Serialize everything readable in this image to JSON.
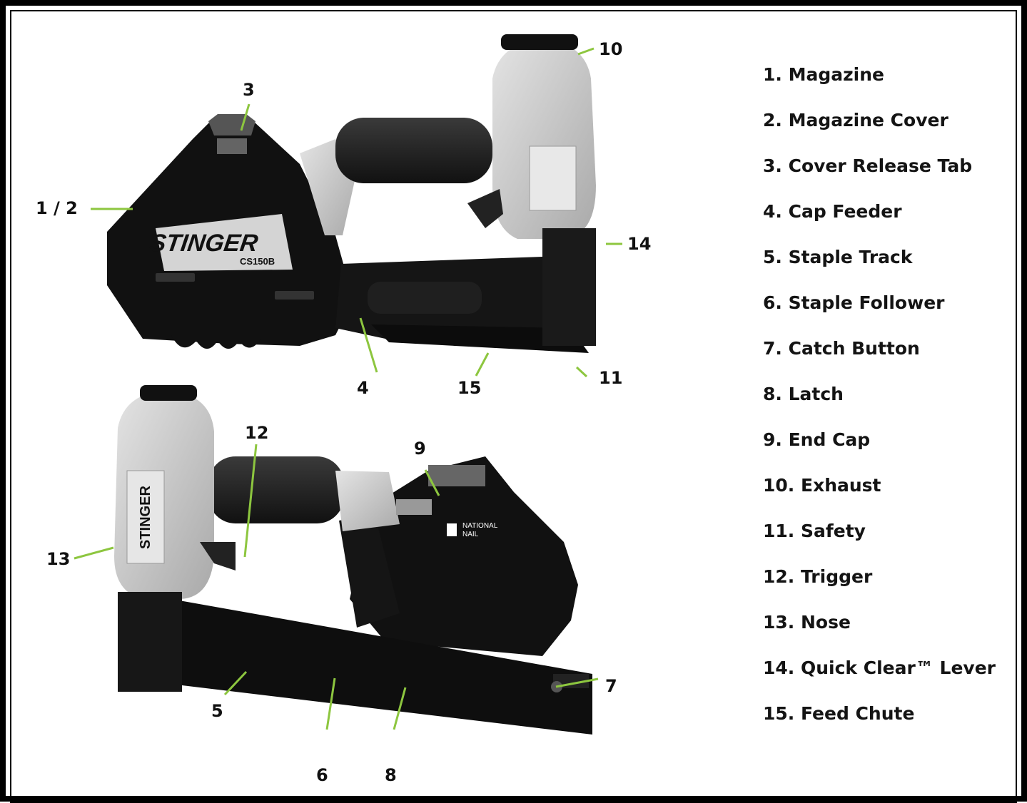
{
  "callouts": {
    "c1_2": "1 / 2",
    "c3": "3",
    "c4": "4",
    "c5": "5",
    "c6": "6",
    "c7": "7",
    "c8": "8",
    "c9": "9",
    "c10": "10",
    "c11": "11",
    "c12": "12",
    "c13": "13",
    "c14": "14",
    "c15": "15"
  },
  "tool_markings": {
    "stinger_logo": "STINGER",
    "model": "CS150B",
    "side_label": "STINGER",
    "brand_line1": "NATIONAL",
    "brand_line2": "NAIL"
  },
  "legend": [
    "1. Magazine",
    "2. Magazine Cover",
    "3. Cover Release Tab",
    "4. Cap Feeder",
    "5. Staple Track",
    "6. Staple Follower",
    "7. Catch Button",
    "8. Latch",
    "9. End Cap",
    "10. Exhaust",
    "11. Safety",
    "12. Trigger",
    "13. Nose",
    "14. Quick Clear™ Lever",
    "15. Feed Chute"
  ],
  "colors": {
    "leader_line": "#8dc63f",
    "frame": "#000000",
    "tool_body": "#1a1a1a",
    "tool_grey": "#c8c8c8"
  }
}
